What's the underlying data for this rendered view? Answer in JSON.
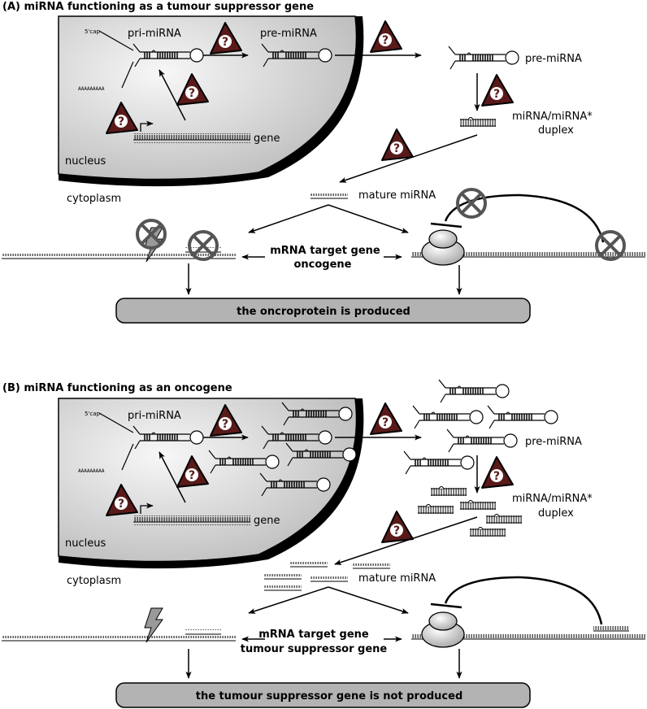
{
  "panel_a": {
    "title": "(A) miRNA functioning as a tumour suppressor gene",
    "cap": "5'cap",
    "poly_a": "AAAAAAAAA",
    "pri_mirna": "pri-miRNA",
    "pre_mirna_nucleus": "pre-miRNA",
    "pre_mirna_cyto": "pre-miRNA",
    "gene": "gene",
    "nucleus": "nucleus",
    "cytoplasm": "cytoplasm",
    "duplex_line1": "miRNA/miRNA*",
    "duplex_line2": "duplex",
    "mature": "mature miRNA",
    "target_line1": "mRNA target gene",
    "target_line2": "oncogene",
    "result": "the oncroprotein is produced"
  },
  "panel_b": {
    "title": "(B) miRNA functioning as an oncogene",
    "cap": "5'cap",
    "poly_a": "AAAAAAAAA",
    "pri_mirna": "pri-miRNA",
    "pre_mirna_cyto": "pre-miRNA",
    "gene": "gene",
    "nucleus": "nucleus",
    "cytoplasm": "cytoplasm",
    "duplex_line1": "miRNA/miRNA*",
    "duplex_line2": "duplex",
    "mature": "mature miRNA",
    "target_line1": "mRNA target gene",
    "target_line2": "tumour suppressor gene",
    "result": "the tumour suppressor gene is not produced"
  },
  "question_mark": "?",
  "colors": {
    "warning_fill": "#5a1a1a",
    "nucleus_light": "#f4f4f4",
    "nucleus_dark": "#b8b8b8",
    "result_box": "#b3b3b3",
    "inhibit_gray": "#555555"
  }
}
